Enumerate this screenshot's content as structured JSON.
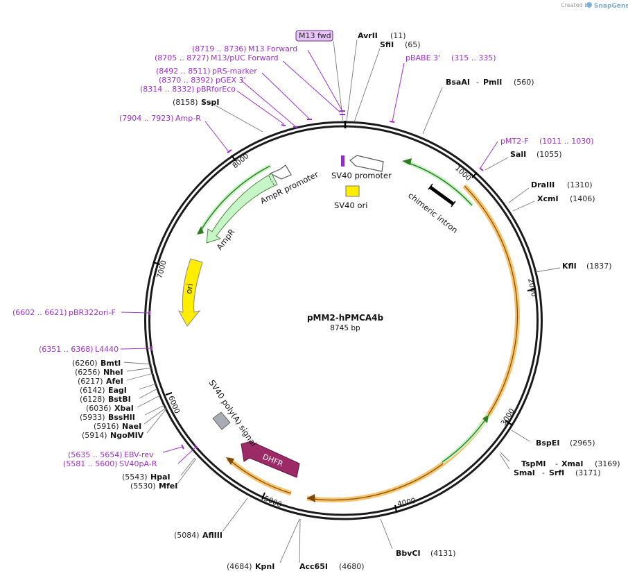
{
  "header": {
    "credit_prefix": "Created by",
    "credit_brand": "SnapGene"
  },
  "plasmid": {
    "name": "pMM2-hPMCA4b",
    "length_label": "8745 bp"
  },
  "ticks": {
    "t1000": "1000",
    "t2000": "2000",
    "t3000": "3000",
    "t4000": "4000",
    "t5000": "5000",
    "t6000": "6000",
    "t7000": "7000",
    "t8000": "8000"
  },
  "features": {
    "sv40_promoter": "SV40 promoter",
    "sv40_ori": "SV40 ori",
    "chimeric_intron": "chimeric intron",
    "ampr_promoter": "AmpR promoter",
    "ampr": "AmpR",
    "ori": "ori",
    "sv40_polya": "SV40 poly(A) signal",
    "dhfr": "DHFR"
  },
  "sites": {
    "m13fwd": "M13 fwd",
    "avrii_name": "AvrII",
    "avrii_pos": "(11)",
    "sfii_name": "SfiI",
    "sfii_pos": "(65)",
    "pbabe3_name": "pBABE 3'",
    "pbabe3_pos": "(315 .. 335)",
    "m13forward_pos": "(8719 .. 8736)",
    "m13forward_name": "M13 Forward",
    "m13puc_pos": "(8705 .. 8727)",
    "m13puc_name": "M13/pUC Forward",
    "prs_pos": "(8492 .. 8511)",
    "prs_name": "pRS-marker",
    "pgex_pos": "(8370 .. 8392)",
    "pgex_name": "pGEX 3'",
    "pbrfor_pos": "(8314 .. 8332)",
    "pbrfor_name": "pBRforEco",
    "sspi_pos": "(8158)",
    "sspi_name": "SspI",
    "ampr_primer_pos": "(7904 .. 7923)",
    "ampr_primer_name": "Amp-R",
    "bsaai_name": "BsaAI",
    "pmli_name": "PmlI",
    "pmli_pos": "(560)",
    "pmt2f_name": "pMT2-F",
    "pmt2f_pos": "(1011 .. 1030)",
    "sali_name": "SalI",
    "sali_pos": "(1055)",
    "draiii_name": "DraIII",
    "draiii_pos": "(1310)",
    "xcmi_name": "XcmI",
    "xcmi_pos": "(1406)",
    "kfli_name": "KflI",
    "kfli_pos": "(1837)",
    "bspei_name": "BspEI",
    "bspei_pos": "(2965)",
    "tspmi_name": "TspMI",
    "xmai_name": "XmaI",
    "xmai_pos": "(3169)",
    "smai_name": "SmaI",
    "srfi_name": "SrfI",
    "srfi_pos": "(3171)",
    "bbvci_name": "BbvCI",
    "bbvci_pos": "(4131)",
    "acc65i_name": "Acc65I",
    "acc65i_pos": "(4680)",
    "kpni_pos": "(4684)",
    "kpni_name": "KpnI",
    "aflIII_pos": "(5084)",
    "aflIII_name": "AflIII",
    "mfei_pos": "(5530)",
    "mfei_name": "MfeI",
    "hpai_pos": "(5543)",
    "hpai_name": "HpaI",
    "sv40pa_pos": "(5581 .. 5600)",
    "sv40pa_name": "SV40pA-R",
    "ebvrev_pos": "(5635 .. 5654)",
    "ebvrev_name": "EBV-rev",
    "ngomiv_pos": "(5914)",
    "ngomiv_name": "NgoMIV",
    "naei_pos": "(5916)",
    "naei_name": "NaeI",
    "bsshii_pos": "(5933)",
    "bsshii_name": "BssHII",
    "xbai_pos": "(6036)",
    "xbai_name": "XbaI",
    "bstbi_pos": "(6128)",
    "bstbi_name": "BstBI",
    "eagi_pos": "(6142)",
    "eagi_name": "EagI",
    "afei_pos": "(6217)",
    "afei_name": "AfeI",
    "nhei_pos": "(6256)",
    "nhei_name": "NheI",
    "bmti_pos": "(6260)",
    "bmti_name": "BmtI",
    "l4440_pos": "(6351 .. 6368)",
    "l4440_name": "L4440",
    "pbr322_pos": "(6602 .. 6621)",
    "pbr322_name": "pBR322ori-F"
  },
  "colors": {
    "backbone": "#1a1a1a",
    "primer": "#9b2fc6",
    "green_feature": "#c8f5c8",
    "orange_feature": "#f7c26b",
    "ori_yellow": "#ffee00",
    "dhfr": "#9c2a67",
    "polya_gray": "#a8adb3"
  }
}
